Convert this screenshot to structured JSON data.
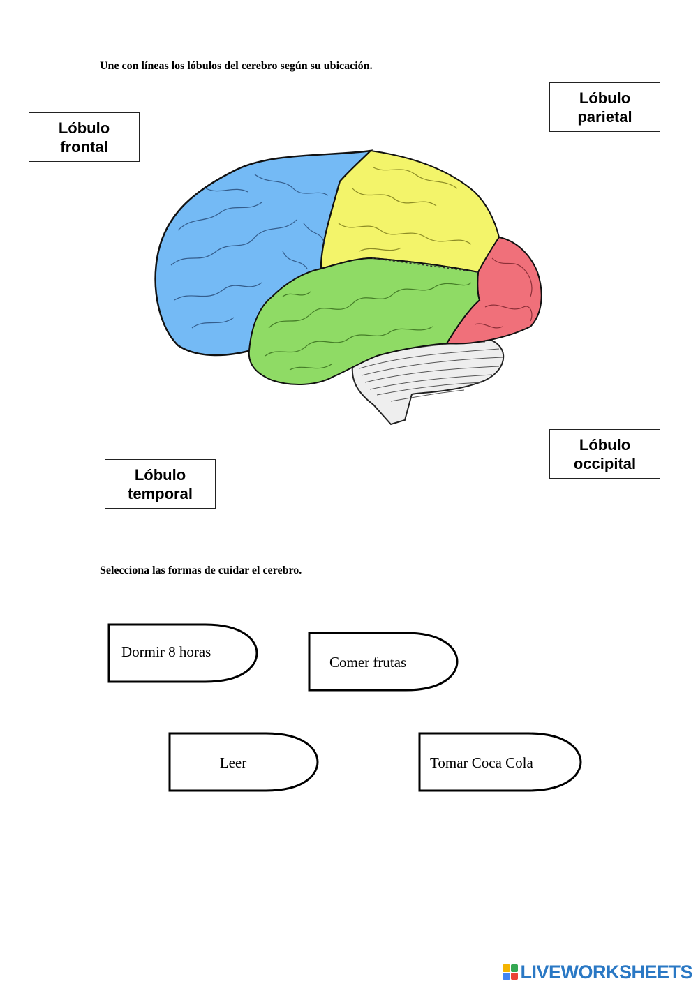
{
  "instructions": {
    "match_lobes": "Une con líneas los lóbulos del cerebro según su ubicación.",
    "select_care": "Selecciona las formas de cuidar el cerebro."
  },
  "lobe_labels": {
    "frontal": [
      "Lóbulo",
      "frontal"
    ],
    "parietal": [
      "Lóbulo",
      "parietal"
    ],
    "temporal": [
      "Lóbulo",
      "temporal"
    ],
    "occipital": [
      "Lóbulo",
      "occipital"
    ]
  },
  "brain_colors": {
    "frontal": "#74baf5",
    "parietal": "#f3f46a",
    "temporal": "#8fdb65",
    "occipital": "#f0707a",
    "cerebellum": "#eeeeee"
  },
  "choices": {
    "dormir": "Dormir 8 horas",
    "comer": "Comer frutas",
    "leer": "Leer",
    "coca": "Tomar Coca Cola"
  },
  "footer": {
    "brand": "LIVEWORKSHEETS",
    "logo_colors": [
      "#f4b400",
      "#34a853",
      "#4285f4",
      "#ea4335"
    ]
  }
}
